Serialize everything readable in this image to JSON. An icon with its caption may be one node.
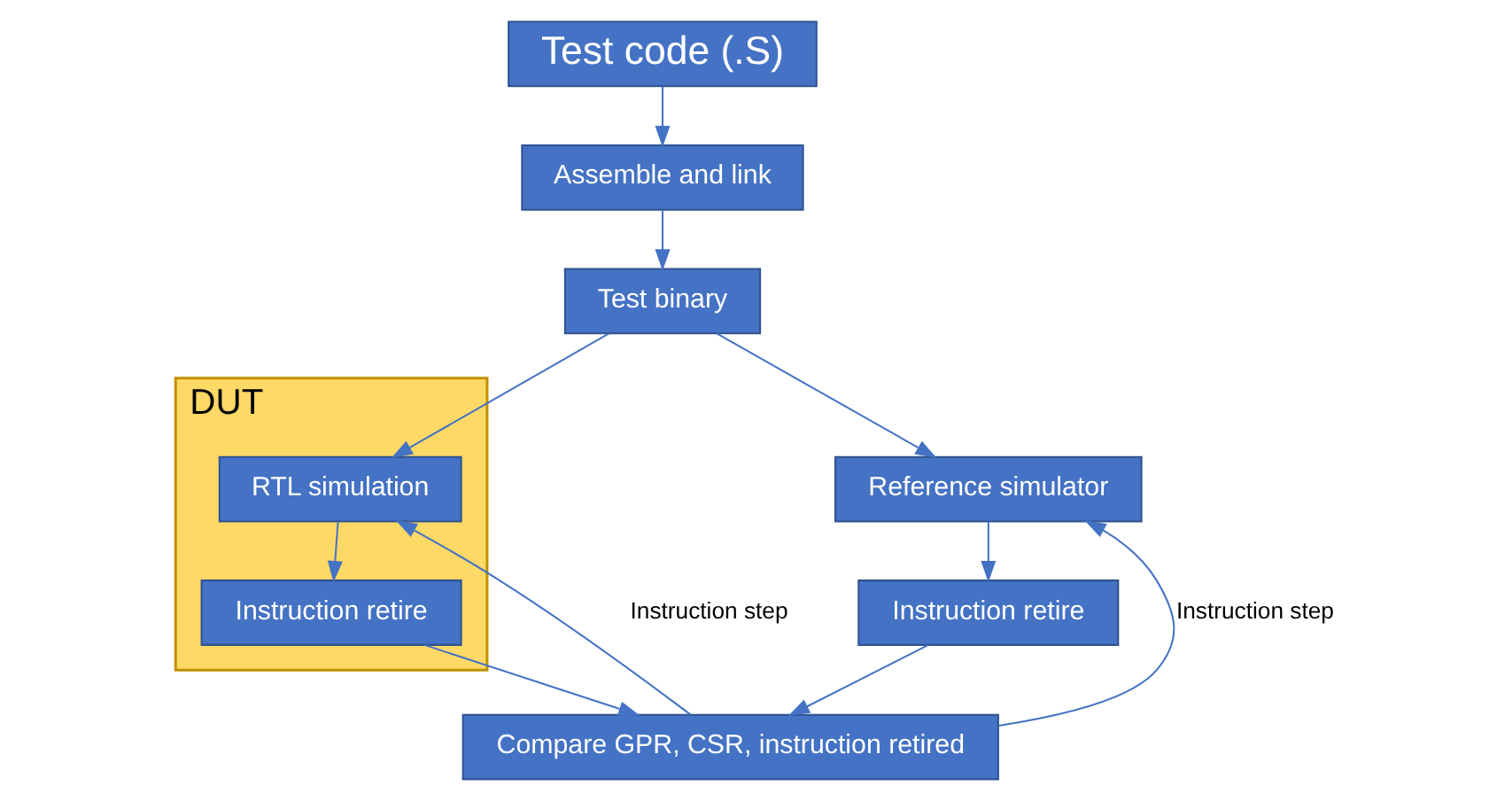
{
  "diagram": {
    "nodes": [
      {
        "text": [
          "Test code (.S)"
        ]
      },
      {
        "text": [
          "Assemble and link"
        ]
      },
      {
        "text": [
          "Test binary"
        ]
      },
      {
        "text": [
          "DUT"
        ]
      },
      {
        "text": [
          "RTL simulation"
        ],
        "in": 3
      },
      {
        "text": [
          "Instruction retire"
        ],
        "in": 3
      },
      {
        "text": [
          "Reference simulator"
        ]
      },
      {
        "text": [
          "Instruction retire"
        ]
      },
      {
        "text": [
          "Compare GPR, CSR, instruction retired"
        ]
      }
    ],
    "edges": [
      {
        "from": 0,
        "to": 1,
        "arrow": "to"
      },
      {
        "from": 1,
        "to": 2,
        "arrow": "to"
      },
      {
        "from": 2,
        "to": 4,
        "arrow": "to"
      },
      {
        "from": 2,
        "to": 6,
        "arrow": "to"
      },
      {
        "from": 4,
        "to": 5,
        "arrow": "to"
      },
      {
        "from": 6,
        "to": 7,
        "arrow": "to"
      },
      {
        "from": 5,
        "to": 8,
        "arrow": "to"
      },
      {
        "from": 7,
        "to": 8,
        "arrow": "to"
      },
      {
        "from": 8,
        "to": 4,
        "arrow": "to",
        "label": "Instruction step"
      },
      {
        "from": 8,
        "to": 6,
        "arrow": "to",
        "label": "Instruction step"
      }
    ]
  }
}
